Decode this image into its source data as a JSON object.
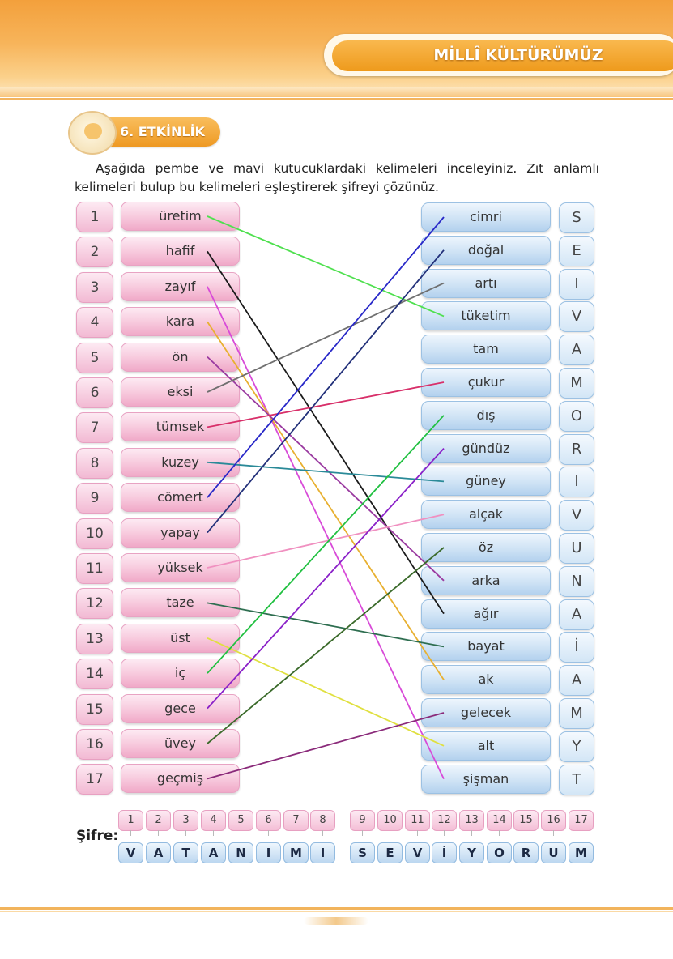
{
  "header": {
    "title": "MİLLÎ KÜLTÜRÜMÜZ"
  },
  "activity": {
    "title": "6. ETKİNLİK"
  },
  "instructions": "Aşağıda pembe ve mavi kutucuklardaki kelimeleri inceleyiniz. Zıt anlamlı kelimeleri bulup bu kelimeleri eşleştirerek şifreyi çözünüz.",
  "numbers": [
    "1",
    "2",
    "3",
    "4",
    "5",
    "6",
    "7",
    "8",
    "9",
    "10",
    "11",
    "12",
    "13",
    "14",
    "15",
    "16",
    "17"
  ],
  "pink_words": [
    "üretim",
    "hafif",
    "zayıf",
    "kara",
    "ön",
    "eksi",
    "tümsek",
    "kuzey",
    "cömert",
    "yapay",
    "yüksek",
    "taze",
    "üst",
    "iç",
    "gece",
    "üvey",
    "geçmiş"
  ],
  "blue_words": [
    "cimri",
    "doğal",
    "artı",
    "tüketim",
    "tam",
    "çukur",
    "dış",
    "gündüz",
    "güney",
    "alçak",
    "öz",
    "arka",
    "ağır",
    "bayat",
    "ak",
    "gelecek",
    "alt",
    "şişman"
  ],
  "letters": [
    "S",
    "E",
    "I",
    "V",
    "A",
    "M",
    "O",
    "R",
    "I",
    "V",
    "U",
    "N",
    "A",
    "İ",
    "A",
    "M",
    "Y",
    "T"
  ],
  "matches": [
    {
      "from": 1,
      "to": 4,
      "color": "#4fe04f"
    },
    {
      "from": 2,
      "to": 13,
      "color": "#1a1a1a"
    },
    {
      "from": 3,
      "to": 18,
      "color": "#d84ad8"
    },
    {
      "from": 4,
      "to": 15,
      "color": "#e8b030"
    },
    {
      "from": 5,
      "to": 12,
      "color": "#9a3aa0"
    },
    {
      "from": 6,
      "to": 3,
      "color": "#707070"
    },
    {
      "from": 7,
      "to": 6,
      "color": "#d8306a"
    },
    {
      "from": 8,
      "to": 9,
      "color": "#2a8a98"
    },
    {
      "from": 9,
      "to": 1,
      "color": "#2828c8"
    },
    {
      "from": 10,
      "to": 2,
      "color": "#22307a"
    },
    {
      "from": 11,
      "to": 10,
      "color": "#f090c0"
    },
    {
      "from": 12,
      "to": 14,
      "color": "#2e6e50"
    },
    {
      "from": 13,
      "to": 17,
      "color": "#e0e040"
    },
    {
      "from": 14,
      "to": 7,
      "color": "#20c040"
    },
    {
      "from": 15,
      "to": 8,
      "color": "#8a20c8"
    },
    {
      "from": 16,
      "to": 11,
      "color": "#3a6a2a"
    },
    {
      "from": 17,
      "to": 16,
      "color": "#8a2a7a"
    }
  ],
  "sifre": {
    "label": "Şifre:",
    "numbers": [
      "1",
      "2",
      "3",
      "4",
      "5",
      "6",
      "7",
      "8",
      "9",
      "10",
      "11",
      "12",
      "13",
      "14",
      "15",
      "16",
      "17"
    ],
    "letters": [
      "V",
      "A",
      "T",
      "A",
      "N",
      "I",
      "M",
      "I",
      "S",
      "E",
      "V",
      "İ",
      "Y",
      "O",
      "R",
      "U",
      "M"
    ]
  }
}
